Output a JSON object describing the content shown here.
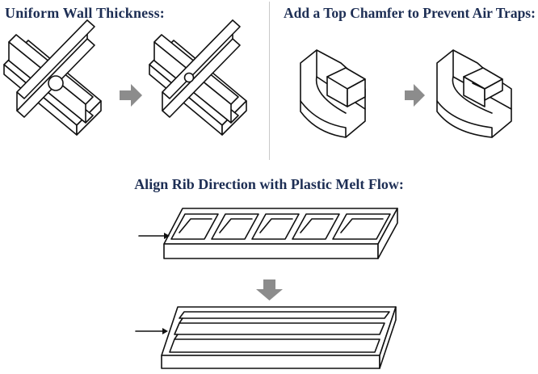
{
  "headings": {
    "uniform_wall": "Uniform Wall Thickness:",
    "top_chamfer": "Add a Top Chamfer to Prevent Air Traps:",
    "rib_direction": "Align Rib Direction with Plastic Melt Flow:"
  },
  "colors": {
    "heading": "#1d2e54",
    "line": "#111111",
    "arrow_fill": "#8c8c8c",
    "divider": "#c9c9c9"
  },
  "icons": [
    "right-arrow-icon",
    "down-arrow-icon",
    "flow-arrow-icon"
  ]
}
